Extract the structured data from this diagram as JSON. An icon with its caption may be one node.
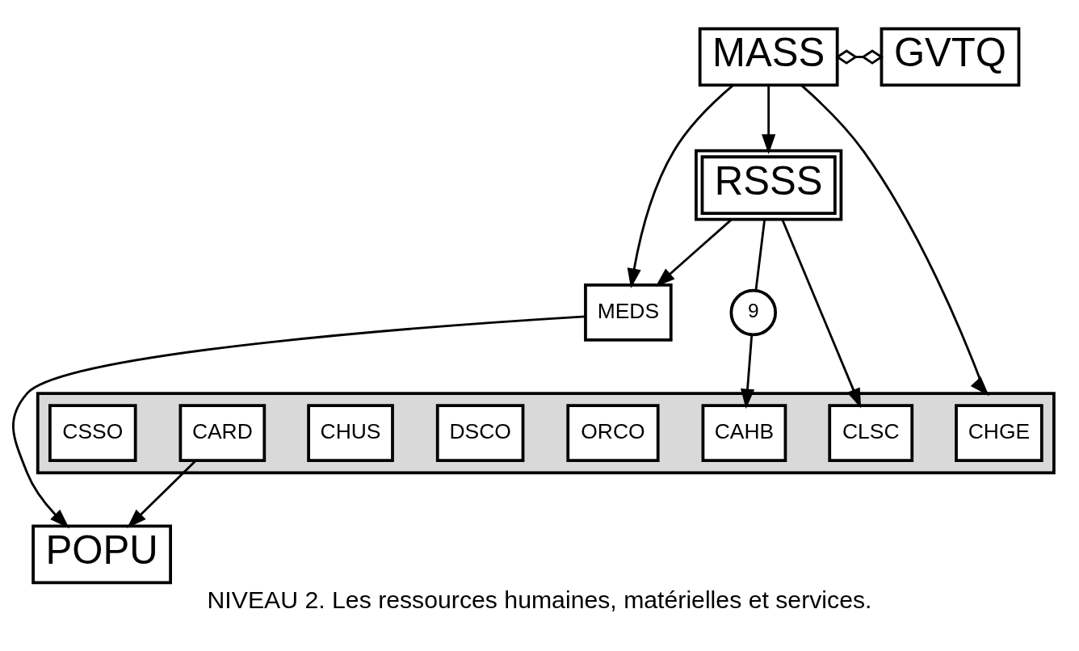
{
  "diagram": {
    "caption": "NIVEAU 2. Les ressources humaines, matérielles et services.",
    "nodes": [
      {
        "text": [
          "MASS"
        ]
      },
      {
        "text": [
          "GVTQ"
        ]
      },
      {
        "text": [
          "MEDS"
        ]
      },
      {
        "text": [
          "RSSS"
        ]
      },
      {
        "text": [
          "9"
        ]
      },
      {
        "text": [],
        "shape": "box"
      },
      {
        "text": [
          "CHGE"
        ],
        "in": 5
      },
      {
        "text": [
          "CLSC"
        ],
        "in": 5
      },
      {
        "text": [
          "CAHB"
        ],
        "in": 5
      },
      {
        "text": [
          "ORCO"
        ],
        "in": 5
      },
      {
        "text": [
          "DSCO"
        ],
        "in": 5
      },
      {
        "text": [
          "CHUS"
        ],
        "in": 5
      },
      {
        "text": [
          "CARD"
        ],
        "in": 5
      },
      {
        "text": [
          "CSSO"
        ],
        "in": 5
      },
      {
        "text": [
          "POPU"
        ]
      }
    ],
    "edges": [
      {
        "from": 0,
        "to": 1,
        "arrow": "other"
      },
      {
        "from": 0,
        "to": 3,
        "arrow": "to"
      },
      {
        "from": 0,
        "to": 2,
        "arrow": "to"
      },
      {
        "from": 0,
        "to": 5,
        "arrow": "to"
      },
      {
        "from": 3,
        "to": 2,
        "arrow": "to"
      },
      {
        "from": 2,
        "to": 14,
        "arrow": "to"
      },
      {
        "from": 3,
        "to": 7,
        "arrow": "to"
      },
      {
        "from": 3,
        "to": 4,
        "arrow": "none"
      },
      {
        "from": 4,
        "to": 8,
        "arrow": "to"
      },
      {
        "from": 12,
        "to": 14,
        "arrow": "to"
      }
    ]
  }
}
